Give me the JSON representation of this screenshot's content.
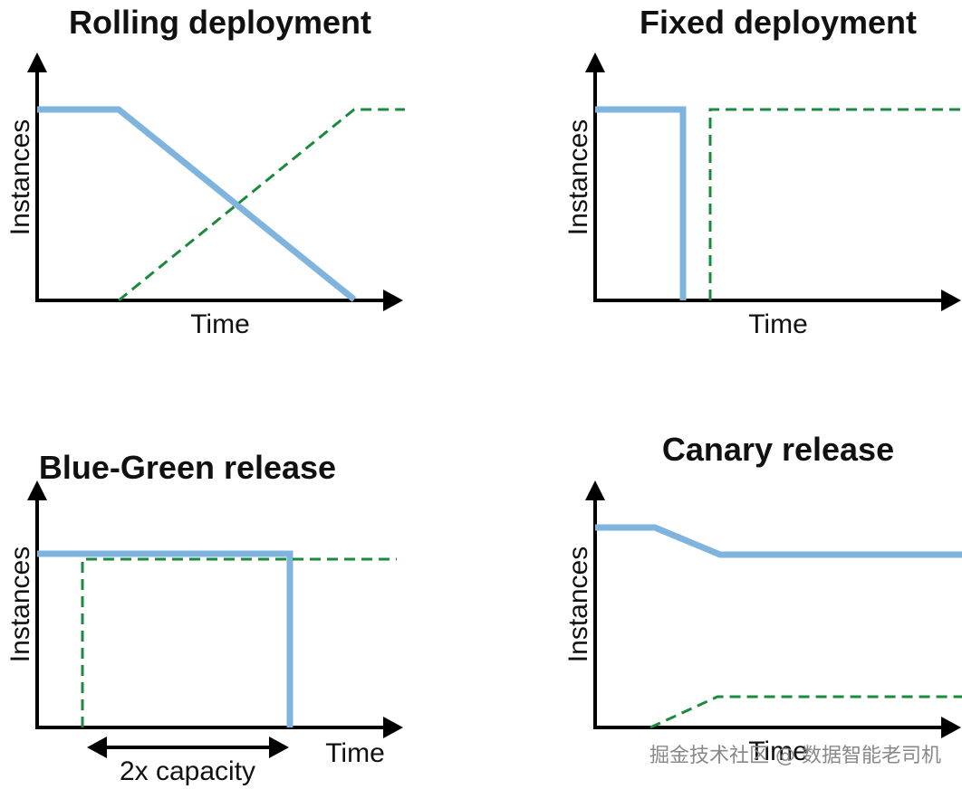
{
  "colors": {
    "current_version": "#7fb4de",
    "new_version": "#1a8a3c",
    "axis": "#000000"
  },
  "panels": [
    {
      "title": "Rolling deployment",
      "ylabel": "Instances",
      "xlabel": "Time"
    },
    {
      "title": "Fixed deployment",
      "ylabel": "Instances",
      "xlabel": "Time"
    },
    {
      "title": "Blue-Green release",
      "ylabel": "Instances",
      "xlabel": "Time",
      "annotation": "2x capacity"
    },
    {
      "title": "Canary release",
      "ylabel": "Instances",
      "xlabel": "Time"
    }
  ],
  "watermark": "掘金技术社区 @ 数据智能老司机"
}
